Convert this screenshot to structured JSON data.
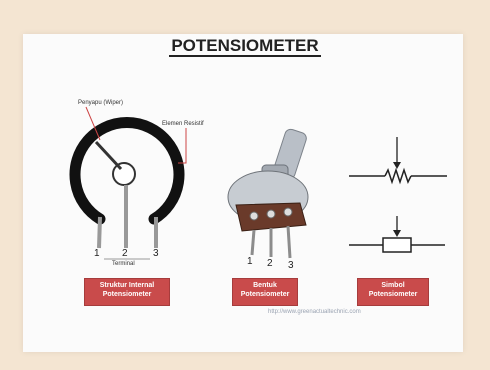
{
  "title": "POTENSIOMETER",
  "labels": {
    "wiper": "Penyapu (Wiper)",
    "element": "Elemen Resistif",
    "terminal": "Terminal",
    "pin1": "1",
    "pin2": "2",
    "pin3": "3"
  },
  "captions": {
    "internal": "Struktur Internal\nPotensiometer",
    "form": "Bentuk\nPotensiometer",
    "symbol": "Simbol\nPotensiometer"
  },
  "watermark": "http://www.greenactualtechnic.com",
  "colors": {
    "caption_bg": "#c94b4b",
    "card_bg": "#fbfbfb",
    "frame_bg": "#f4e5d2"
  }
}
